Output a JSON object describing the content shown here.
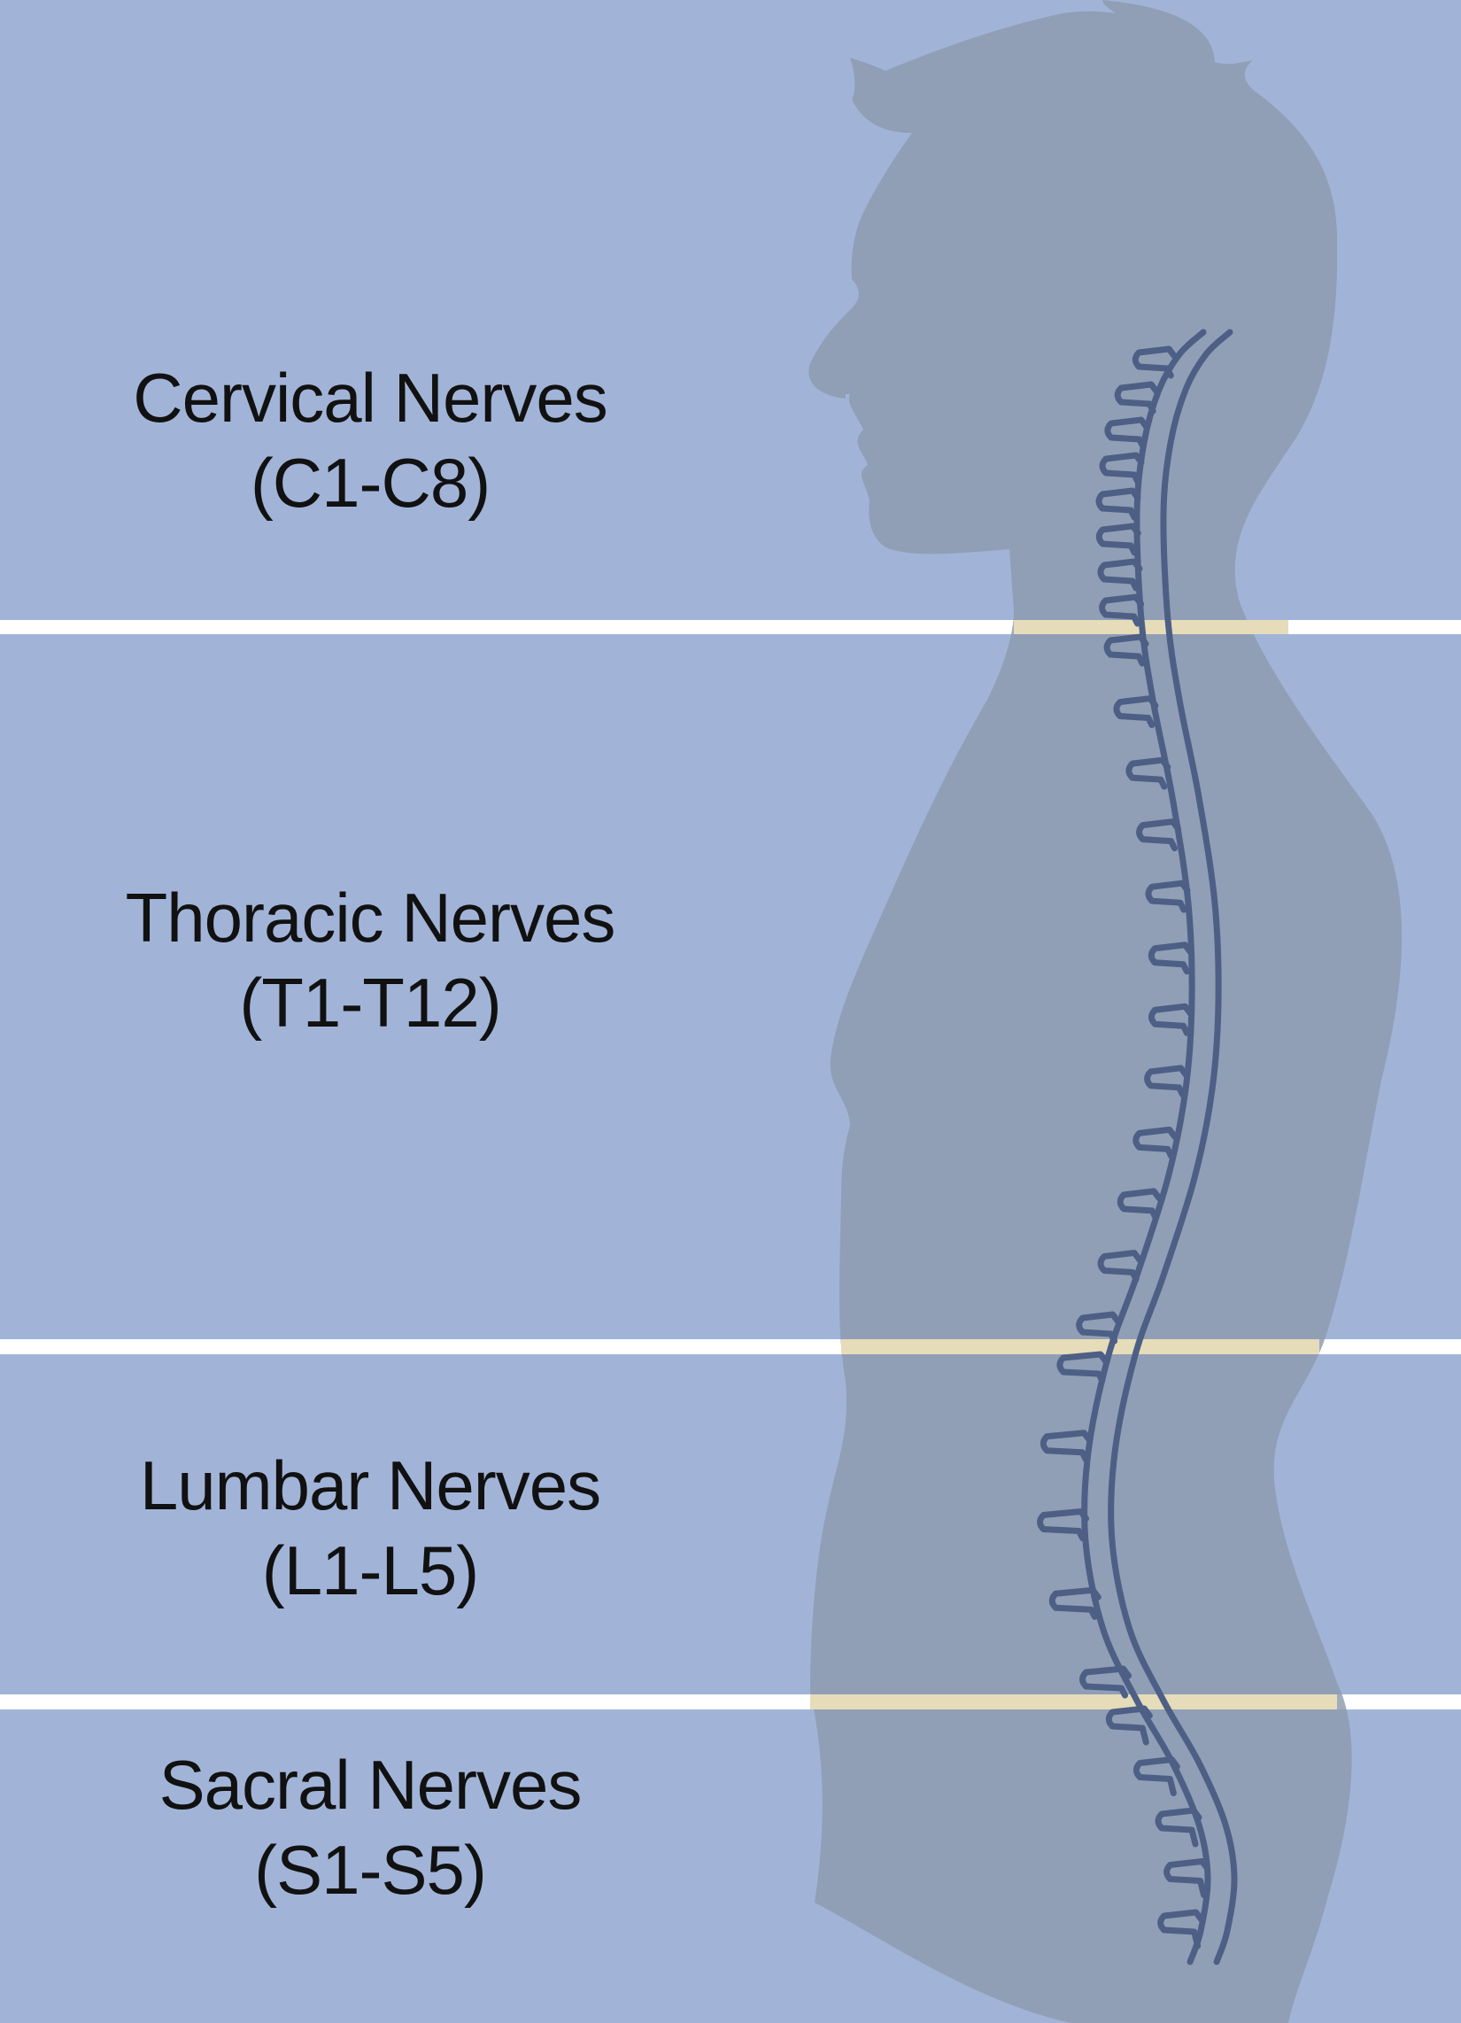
{
  "colors": {
    "band": "#a1b4d8",
    "divider": "#ffffff",
    "silhouette": "#8c9aad",
    "highlight": "#e6dcb9",
    "spine": "#4d5f85",
    "text": "#111111"
  },
  "regions": [
    {
      "id": "cervical",
      "name": "Cervical Nerves",
      "range": "(C1-C8)",
      "vertebrae_count": 8
    },
    {
      "id": "thoracic",
      "name": "Thoracic Nerves",
      "range": "(T1-T12)",
      "vertebrae_count": 12
    },
    {
      "id": "lumbar",
      "name": "Lumbar Nerves",
      "range": "(L1-L5)",
      "vertebrae_count": 5
    },
    {
      "id": "sacral",
      "name": "Sacral Nerves",
      "range": "(S1-S5)",
      "vertebrae_count": 5
    }
  ]
}
